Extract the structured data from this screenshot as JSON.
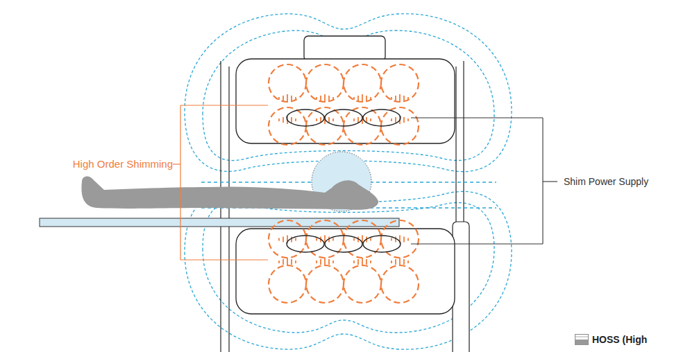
{
  "diagram": {
    "labels": [
      "High Order Shimming",
      "Shim Power Supply"
    ],
    "legend": [
      {
        "text": "HOSS (High"
      }
    ]
  }
}
